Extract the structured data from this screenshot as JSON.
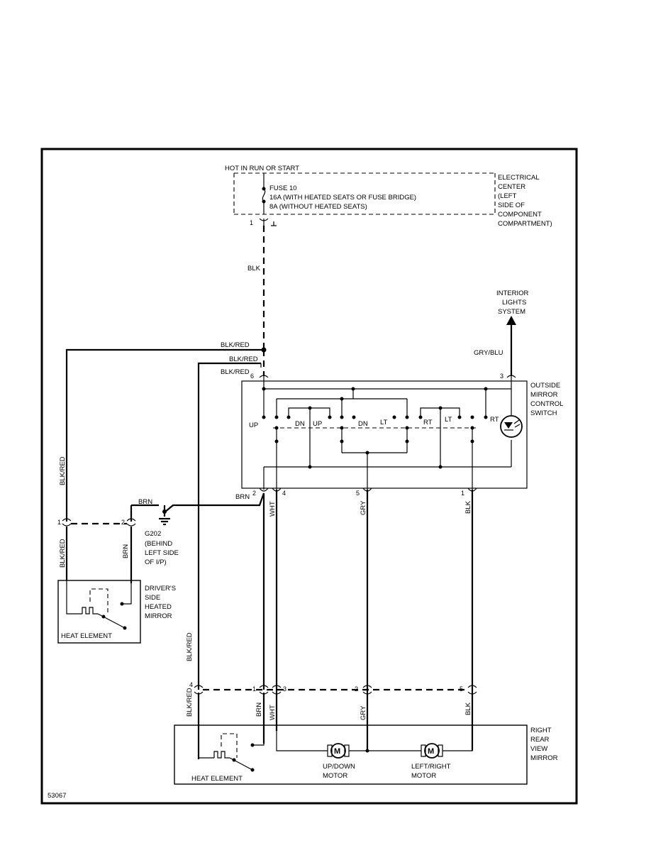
{
  "figure_id": "53067",
  "power": {
    "hot_label": "HOT IN RUN OR START",
    "fuse_name": "FUSE 10",
    "fuse_rating_1": "16A (WITH HEATED SEATS OR FUSE BRIDGE)",
    "fuse_rating_2": "8A (WITHOUT HEATED SEATS)",
    "electrical_center": [
      "ELECTRICAL",
      "CENTER",
      "(LEFT",
      "SIDE OF",
      "COMPONENT",
      "COMPARTMENT)"
    ],
    "fuse_pin": "1"
  },
  "interior_lights": [
    "INTERIOR",
    "LIGHTS",
    "SYSTEM"
  ],
  "switch": {
    "title": [
      "OUTSIDE",
      "MIRROR",
      "CONTROL",
      "SWITCH"
    ],
    "contacts": [
      "UP",
      "DN",
      "UP",
      "DN",
      "LT",
      "RT",
      "LT",
      "RT"
    ],
    "pins": {
      "p6": "6",
      "p3": "3",
      "p2": "2",
      "p4": "4",
      "p5": "5",
      "p1": "1"
    }
  },
  "wires": {
    "blk": "BLK",
    "blk_red": "BLK/RED",
    "gry_blu": "GRY/BLU",
    "brn": "BRN",
    "wht": "WHT",
    "gry": "GRY"
  },
  "ground": {
    "name": "G202",
    "location": [
      "(BEHIND",
      "LEFT SIDE",
      "OF I/P)"
    ]
  },
  "left_connector": {
    "pin_1": "1",
    "pin_2": "2"
  },
  "drivers_mirror": {
    "title": [
      "DRIVER'S",
      "SIDE",
      "HEATED",
      "MIRROR"
    ],
    "element": "HEAT ELEMENT"
  },
  "right_connector": {
    "pin_4": "4",
    "pin_1": "1",
    "pin_3": "3",
    "pin_2": "2",
    "pin_5": "5"
  },
  "right_mirror": {
    "title": [
      "RIGHT",
      "REAR",
      "VIEW",
      "MIRROR"
    ],
    "element": "HEAT ELEMENT",
    "motor_symbol": "M",
    "motor1": [
      "UP/DOWN",
      "MOTOR"
    ],
    "motor2": [
      "LEFT/RIGHT",
      "MOTOR"
    ]
  }
}
